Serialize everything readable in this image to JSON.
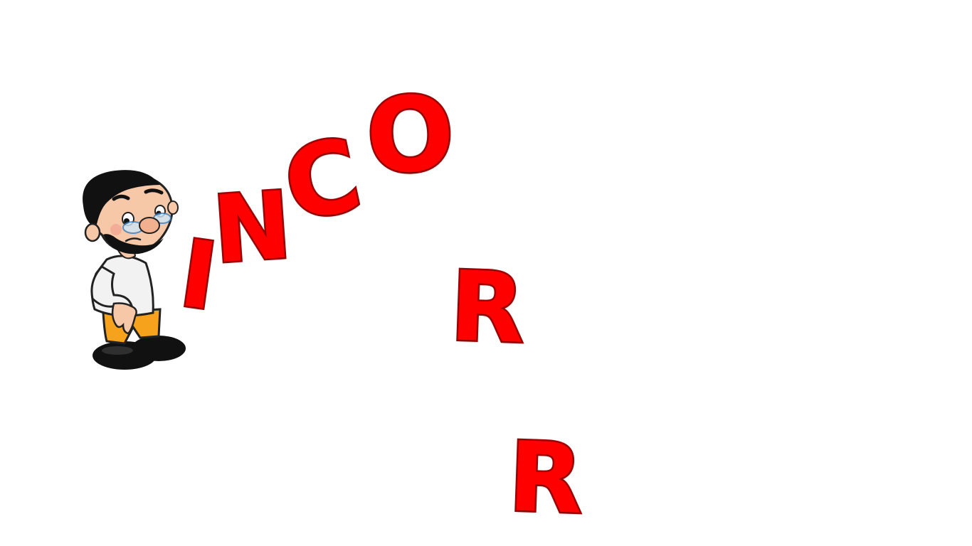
{
  "letters": [
    "I",
    "N",
    "C",
    "O",
    "R",
    "R"
  ],
  "colors": {
    "letter_fill": "#ff0000",
    "letter_outline": "#a30000",
    "background": "#ffffff"
  },
  "character": {
    "icon": "embarrassed-bearded-man-with-glasses-icon"
  }
}
